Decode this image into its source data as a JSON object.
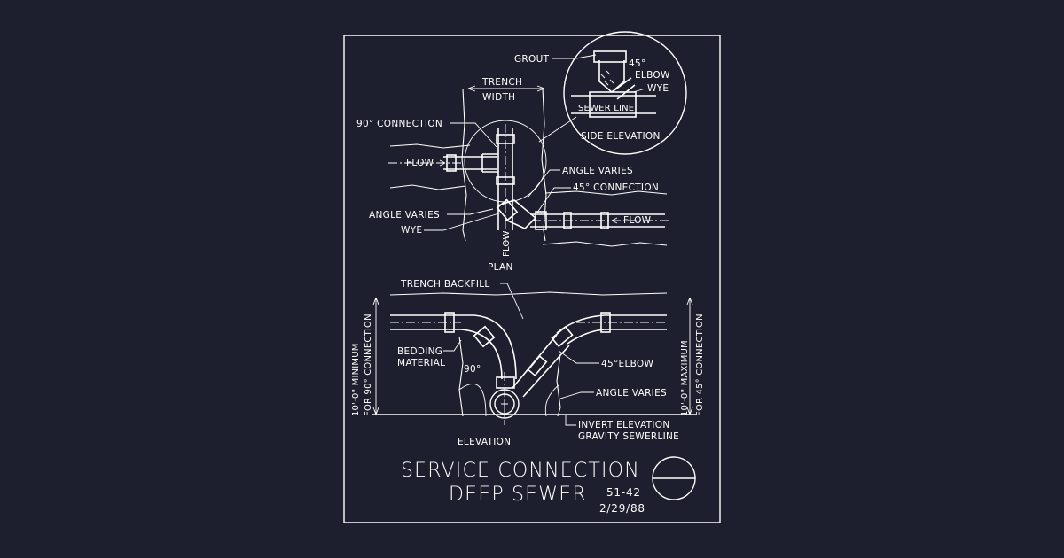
{
  "colors": {
    "background": "#1e1f2e",
    "line": "#ffffff"
  },
  "plan": {
    "trench_label": "TRENCH",
    "width_label": "WIDTH",
    "connection_90": "90° CONNECTION",
    "flow_left": "FLOW",
    "flow_right": "FLOW",
    "flow_down": "FLOW",
    "angle_varies_right": "ANGLE VARIES",
    "connection_45": "45° CONNECTION",
    "angle_varies_left": "ANGLE VARIES",
    "wye": "WYE",
    "view_label": "PLAN"
  },
  "detail": {
    "grout": "GROUT",
    "elbow_deg": "45°",
    "elbow": "ELBOW",
    "wye": "WYE",
    "sewer_line": "SEWER LINE",
    "view_label": "SIDE ELEVATION"
  },
  "elevation": {
    "trench_backfill": "TRENCH BACKFILL",
    "bedding_1": "BEDDING",
    "bedding_2": "MATERIAL",
    "angle_90": "90°",
    "elbow_45": "45°ELBOW",
    "angle_varies": "ANGLE VARIES",
    "invert_1": "INVERT ELEVATION",
    "invert_2": "GRAVITY SEWERLINE",
    "view_label": "ELEVATION",
    "left_dim_1": "10'-0\" MINIMUM",
    "left_dim_2": "FOR 90° CONNECTION",
    "right_dim_1": "10'-0\" MAXIMUM",
    "right_dim_2": "FOR 45° CONNECTION"
  },
  "title_block": {
    "title_1": "SERVICE CONNECTION",
    "title_2": "DEEP SEWER",
    "number": "51-42",
    "date": "2/29/88"
  }
}
